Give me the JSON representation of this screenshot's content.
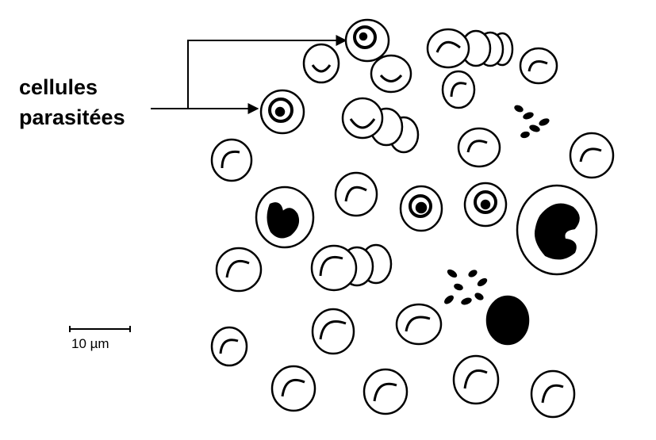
{
  "annotation": {
    "line1": "cellules",
    "line2": "parasitées"
  },
  "scale_bar": {
    "label": "10 µm"
  },
  "colors": {
    "ink": "#000000",
    "background": "#ffffff"
  }
}
